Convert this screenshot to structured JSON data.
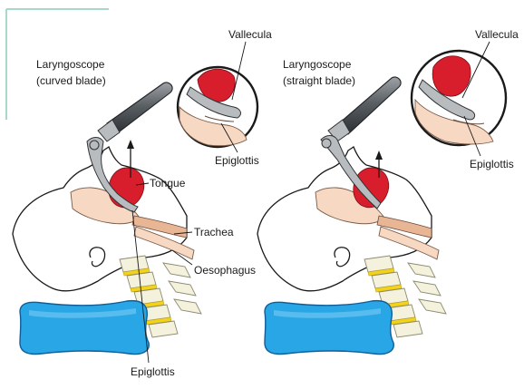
{
  "left_panel": {
    "title_line1": "Laryngoscope",
    "title_line2": "(curved blade)",
    "labels": {
      "vallecula": "Vallecula",
      "epiglottis_inset": "Epiglottis",
      "tongue": "Tongue",
      "trachea": "Trachea",
      "oesophagus": "Oesophagus",
      "epiglottis_bottom": "Epiglottis"
    }
  },
  "right_panel": {
    "title_line1": "Laryngoscope",
    "title_line2": "(straight blade)",
    "labels": {
      "vallecula": "Vallecula",
      "epiglottis_inset": "Epiglottis"
    }
  },
  "colors": {
    "tongue": "#d81e2c",
    "pillow": "#29a6e6",
    "tissue": "#f2c6a8",
    "disc": "#f2d21a",
    "frame": "#a8d8c8"
  }
}
